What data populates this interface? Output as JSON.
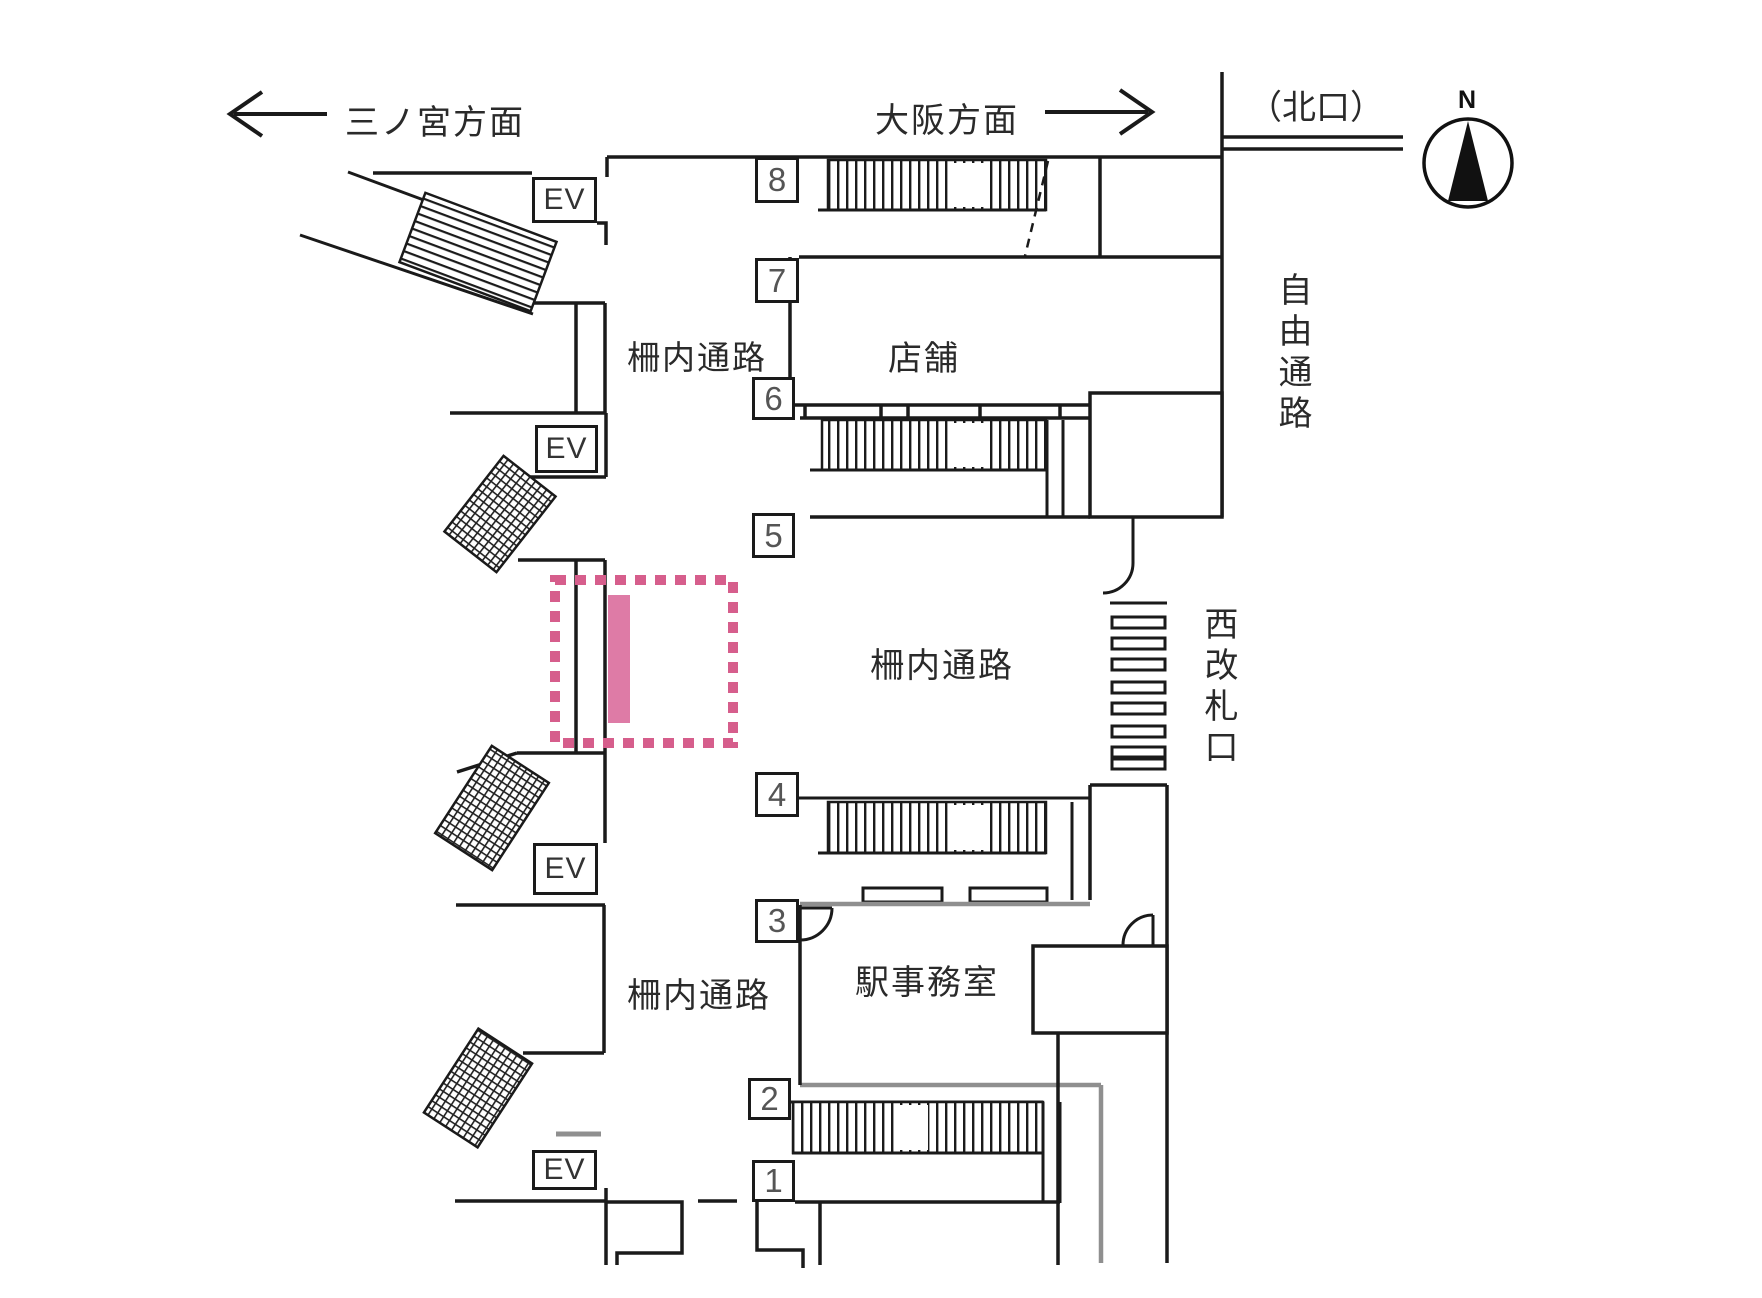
{
  "directions": {
    "left_label": "三ノ宮方面",
    "right_label": "大阪方面"
  },
  "exits": {
    "north_exit": "（北口）",
    "west_gate": "西改札口"
  },
  "areas": {
    "free_passage": "自由通路",
    "paid_corridor_top": "柵内通路",
    "paid_corridor_center": "柵内通路",
    "paid_corridor_bottom": "柵内通路",
    "shop": "店舗",
    "station_office": "駅事務室"
  },
  "platforms": [
    "8",
    "7",
    "6",
    "5",
    "4",
    "3",
    "2",
    "1"
  ],
  "elevators": [
    "EV",
    "EV",
    "EV",
    "EV"
  ],
  "compass": {
    "north_label": "N"
  },
  "colors": {
    "wall": "#1a1a1a",
    "gray": "#8f8f8f",
    "highlight_border": "#d65e8c",
    "highlight_fill": "#de7ba6"
  }
}
